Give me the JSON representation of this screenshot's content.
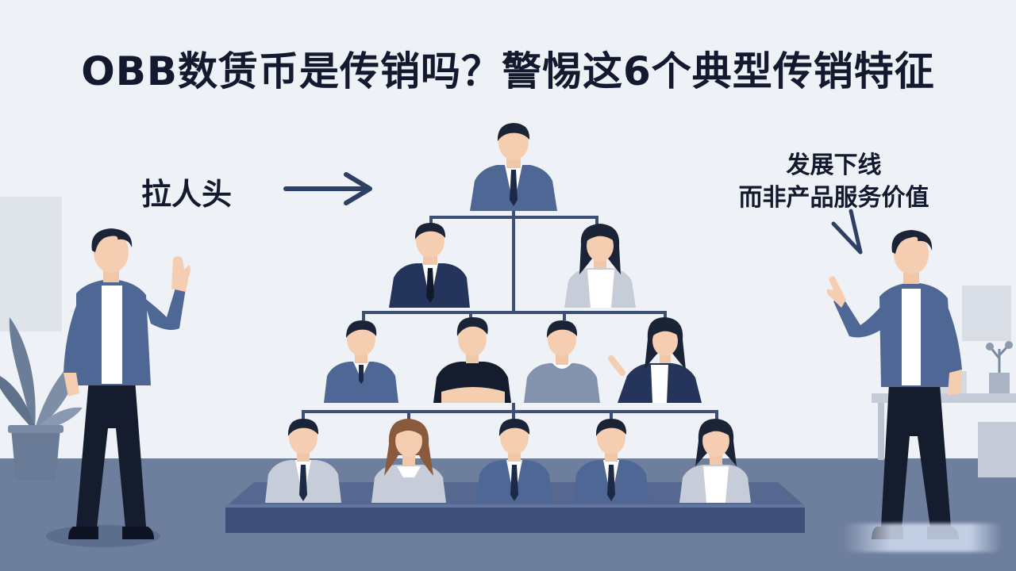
{
  "title": "OBB数赁币是传销吗？警惕这6个典型传销特征",
  "labels": {
    "left": "拉人头",
    "right_line1": "发展下线",
    "right_line2": "而非产品服务价值"
  },
  "icons": {
    "arrow": "arrow-right-icon",
    "check": "checkmark-icon",
    "plant": "potted-plant-icon"
  },
  "colors": {
    "background": "#eef1f5",
    "floor": "#6e7f9e",
    "navy": "#2e3f66",
    "jacket": "#4f6794",
    "title_text": "#13192e",
    "connector": "#3e4f75",
    "platform": "#4a5b82"
  }
}
